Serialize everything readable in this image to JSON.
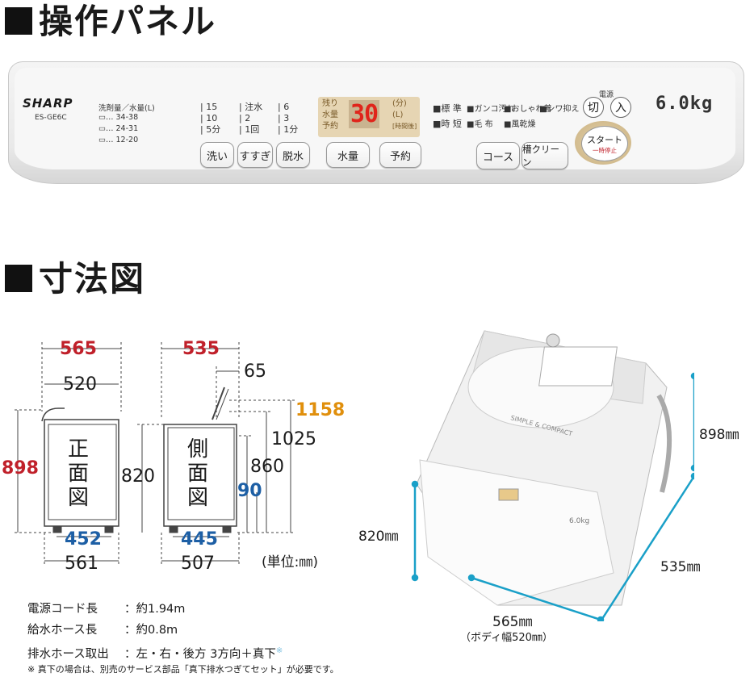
{
  "sections": {
    "panel_title": "操作パネル",
    "dimension_title": "寸法図"
  },
  "panel": {
    "brand": "SHARP",
    "model": "ES-GE6C",
    "detergent_header": "洗剤量／水量(L)",
    "detergent_rows": [
      "… 34-38",
      "… 24-31",
      "… 12-20"
    ],
    "col1": [
      "15",
      "10",
      "5分"
    ],
    "col2": [
      "注水",
      "2",
      "1回"
    ],
    "col3": [
      "6",
      "3",
      "1分"
    ],
    "display_left": [
      "残り",
      "水量",
      "予約"
    ],
    "display_value": "30",
    "display_right": [
      "(分)",
      "(L)",
      "[時間後]"
    ],
    "courses": [
      "標 準",
      "ガンコ汚れ",
      "おしゃれ着",
      "シワ抑え",
      "時 短",
      "毛 布",
      "風乾燥"
    ],
    "buttons": {
      "wash": "洗い",
      "rinse": "すすぎ",
      "spin": "脱水",
      "water": "水量",
      "reserve": "予約",
      "course": "コース",
      "tub_clean": "槽クリーン"
    },
    "power_label": "電源",
    "power_off": "切",
    "power_on": "入",
    "start": "スタート",
    "pause": "一時停止",
    "capacity": "6.0kg"
  },
  "dimensions": {
    "front_width_total": "565",
    "front_width_body": "520",
    "front_height": "898",
    "front_label": [
      "正",
      "面",
      "図"
    ],
    "front_foot": "452",
    "front_base": "561",
    "side_depth_total": "535",
    "side_lid": "65",
    "side_open_height": "1158",
    "side_1025": "1025",
    "side_860": "860",
    "side_820": "820",
    "side_90": "90",
    "side_label": [
      "側",
      "面",
      "図"
    ],
    "side_foot": "445",
    "side_base": "507",
    "unit": "(単位:㎜)",
    "photo_height": "820㎜",
    "photo_depth": "898㎜",
    "photo_side": "535㎜",
    "photo_width": "565㎜",
    "photo_body_width": "（ボディ幅520㎜）",
    "photo_capacity": "6.0kg",
    "photo_tag": "SIMPLE & COMPACT"
  },
  "specs": [
    {
      "label": "電源コード長",
      "value": "：約1.94m"
    },
    {
      "label": "給水ホース長",
      "value": "：約0.8m"
    },
    {
      "label": "排水ホース取出",
      "value": "：左・右・後方 3方向＋真下",
      "mark": "※"
    }
  ],
  "footnote": "※ 真下の場合は、別売のサービス部品「真下排水つぎてセット」が必要です。",
  "colors": {
    "red": "#c0202a",
    "blue": "#1d5fa5",
    "orange": "#e08f0c",
    "accent": "#1aa0c8"
  }
}
